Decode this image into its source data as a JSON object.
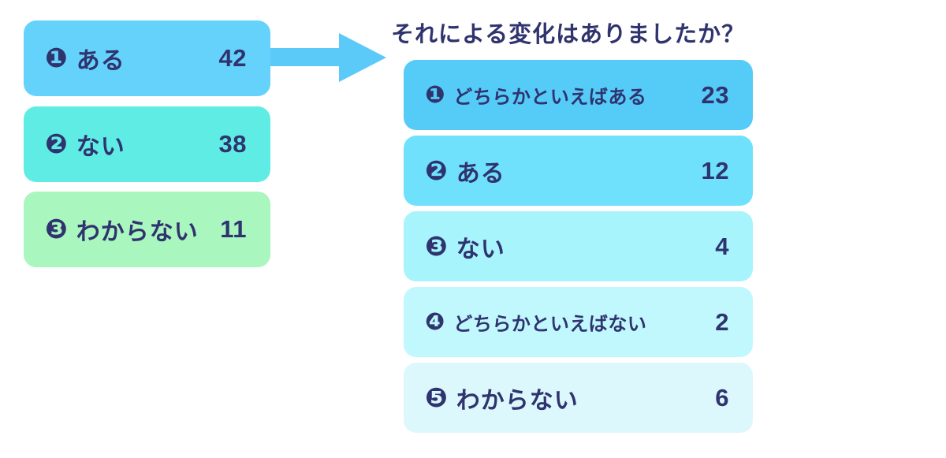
{
  "colors": {
    "text_navy": "#2F336E",
    "arrow_blue": "#5CCAF8",
    "background": "#FFFFFF"
  },
  "left_chart": {
    "items": [
      {
        "badge": "❶",
        "label": "ある",
        "value": "42",
        "color": "#65D2FC"
      },
      {
        "badge": "❷",
        "label": "ない",
        "value": "38",
        "color": "#5FECE4"
      },
      {
        "badge": "❸",
        "label": "わからない",
        "value": "11",
        "color": "#AAF6BF"
      }
    ]
  },
  "right_chart": {
    "title": "それによる変化はありましたか？",
    "items": [
      {
        "badge": "❶",
        "label": "どちらかといえばある",
        "value": "23",
        "color": "#55CCF8"
      },
      {
        "badge": "❷",
        "label": "ある",
        "value": "12",
        "color": "#6FE1FD"
      },
      {
        "badge": "❸",
        "label": "ない",
        "value": "4",
        "color": "#A7F4FD"
      },
      {
        "badge": "❹",
        "label": "どちらかといえばない",
        "value": "2",
        "color": "#C0F8FE"
      },
      {
        "badge": "❺",
        "label": "わからない",
        "value": "6",
        "color": "#DCF8FD"
      }
    ]
  },
  "chart_data": [
    {
      "type": "bar",
      "title": "",
      "categories": [
        "ある",
        "ない",
        "わからない"
      ],
      "values": [
        42,
        38,
        11
      ]
    },
    {
      "type": "bar",
      "title": "それによる変化はありましたか？",
      "categories": [
        "どちらかといえばある",
        "ある",
        "ない",
        "どちらかといえばない",
        "わからない"
      ],
      "values": [
        23,
        12,
        4,
        2,
        6
      ]
    }
  ]
}
